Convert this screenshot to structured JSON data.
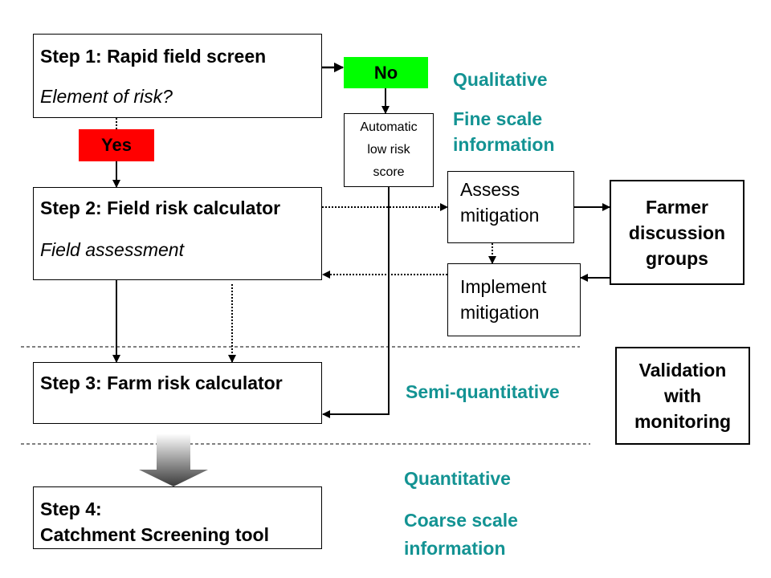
{
  "steps": {
    "step1": {
      "title": "Step 1: Rapid field screen",
      "subtitle": "Element of risk?"
    },
    "step2": {
      "title": "Step 2: Field risk calculator",
      "subtitle": "Field assessment"
    },
    "step3": {
      "title": "Step 3: Farm risk calculator"
    },
    "step4": {
      "line1": "Step 4:",
      "line2": "Catchment Screening tool"
    }
  },
  "decisions": {
    "yes": "Yes",
    "no": "No"
  },
  "automatic": {
    "line1": "Automatic",
    "line2": "low risk",
    "line3": "score"
  },
  "mitigation": {
    "assess": {
      "line1": "Assess",
      "line2": "mitigation"
    },
    "implement": {
      "line1": "Implement",
      "line2": "mitigation"
    }
  },
  "farmer": {
    "line1": "Farmer",
    "line2": "discussion",
    "line3": "groups"
  },
  "validation": {
    "line1": "Validation",
    "line2": "with",
    "line3": "monitoring"
  },
  "scale_labels": {
    "qualitative": "Qualitative",
    "fine1": "Fine scale",
    "fine2": "information",
    "semi": "Semi-quantitative",
    "quantitative": "Quantitative",
    "coarse1": "Coarse scale",
    "coarse2": "information"
  },
  "colors": {
    "yes_fill": "#ff0000",
    "no_fill": "#00ff00",
    "label_teal": "#139393",
    "line": "#000000"
  }
}
